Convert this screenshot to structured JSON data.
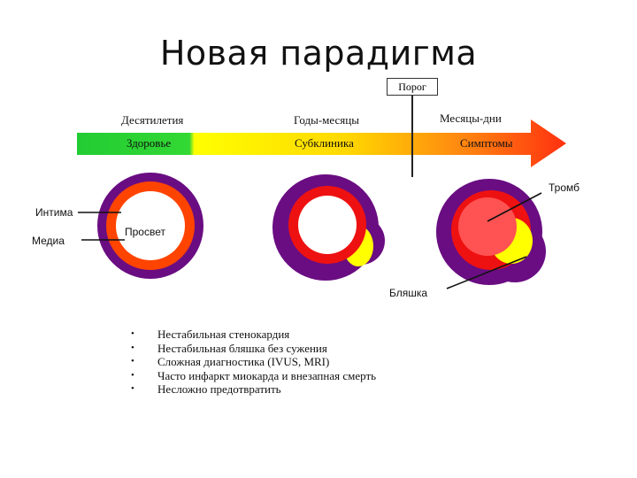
{
  "title": "Новая парадигма",
  "threshold_label": "Порог",
  "timeline": {
    "durations": [
      "Десятилетия",
      "Годы-месяцы",
      "Месяцы-дни"
    ],
    "stages": [
      "Здоровье",
      "Субклиника",
      "Симптомы"
    ],
    "colors": {
      "start": "#22cc33",
      "middle": "#ffff00",
      "end": "#ff3b10"
    }
  },
  "labels": {
    "intima": "Интима",
    "media": "Медиа",
    "lumen": "Просвет",
    "plaque": "Бляшка",
    "thrombus": "Тромб"
  },
  "vessel_colors": {
    "adventitia": "#6a0d82",
    "media": "#ee1111",
    "plaque": "#ffff00",
    "thrombus": "#ff4d4d"
  },
  "bullets": [
    "Нестабильная стенокардия",
    "Нестабильная бляшка без сужения",
    "Сложная диагностика (IVUS, MRI)",
    "Часто инфаркт миокарда и внезапная смерть",
    "Несложно предотвратить"
  ]
}
